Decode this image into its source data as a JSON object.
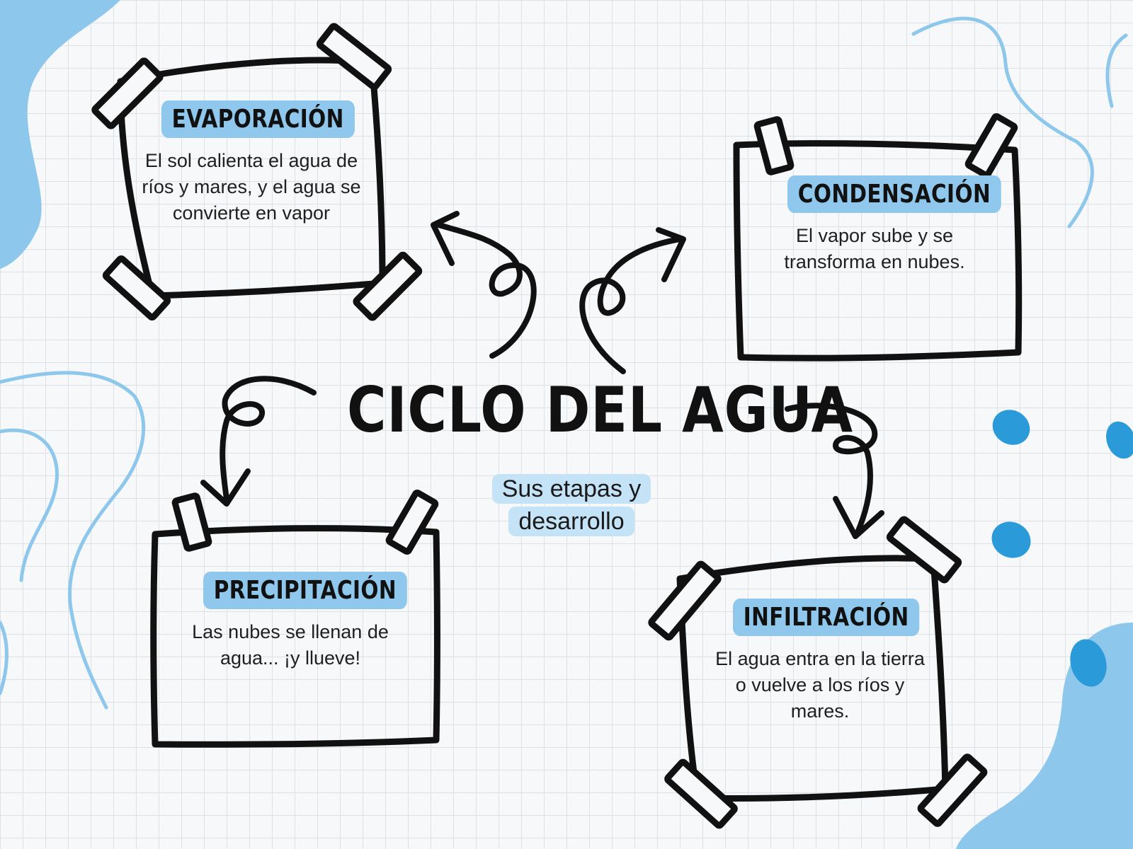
{
  "title": "CICLO DEL AGUA",
  "subtitle": "Sus etapas y desarrollo",
  "stages": [
    {
      "label": "EVAPORACIÓN",
      "text": "El sol calienta el agua de ríos y mares, y el agua se convierte en vapor"
    },
    {
      "label": "CONDENSACIÓN",
      "text": "El vapor sube y se transforma en nubes."
    },
    {
      "label": "PRECIPITACIÓN",
      "text": "Las nubes se llenan de agua... ¡y llueve!"
    },
    {
      "label": "INFILTRACIÓN",
      "text": "El agua entra en la tierra o vuelve a los ríos y mares."
    }
  ],
  "colors": {
    "blob": "#8ec7ec",
    "line": "#8ec7ec",
    "drop": "#2a9ad8",
    "label": "#8fc8ec",
    "subtitle_bg": "#c5e3f6",
    "ink": "#111111"
  }
}
